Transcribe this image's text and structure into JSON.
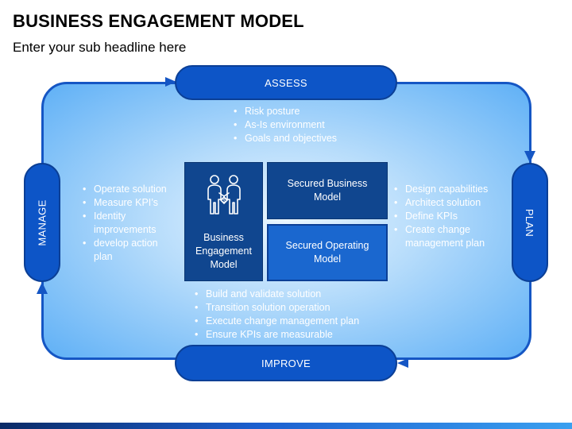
{
  "title": "BUSINESS ENGAGEMENT MODEL",
  "subtitle": "Enter your sub headline here",
  "stages": {
    "assess": "ASSESS",
    "plan": "PLAN",
    "improve": "IMPROVE",
    "manage": "MANAGE"
  },
  "assess_items": [
    "Risk posture",
    "As-Is environment",
    "Goals and objectives"
  ],
  "manage_items": [
    "Operate solution",
    "Measure KPI’s",
    "Identity improvements",
    "develop action plan"
  ],
  "plan_items": [
    "Design capabilities",
    "Architect solution",
    "Define KPIs",
    "Create change management plan"
  ],
  "improve_items": [
    "Build and validate solution",
    "Transition solution operation",
    "Execute change management plan",
    "Ensure KPIs are measurable"
  ],
  "center": {
    "engagement_label": "Business Engagement Model",
    "secured_business": "Secured Business Model",
    "secured_operating": "Secured Operating Model",
    "icon": "handshake-people-icon"
  },
  "colors": {
    "pill": "#0d55c7",
    "dark_box": "#10468f",
    "mid_box": "#1a67cf",
    "border": "#1556c4"
  }
}
